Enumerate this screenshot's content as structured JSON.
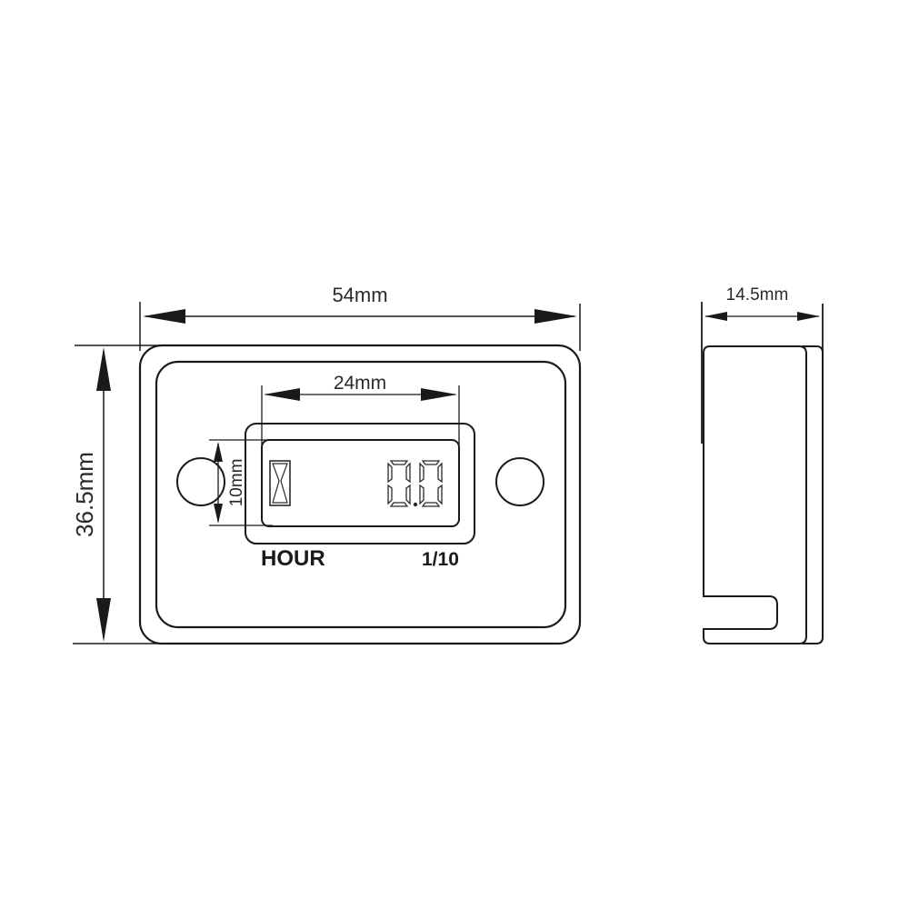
{
  "drawing": {
    "subject": "Hour meter dimension drawing",
    "front_view": {
      "width_dimension": "54mm",
      "height_dimension": "36.5mm",
      "display_width_dimension": "24mm",
      "display_height_dimension": "10mm",
      "label_left": "HOUR",
      "label_right": "1/10",
      "display_reading": "0.0",
      "mounting_holes": 2,
      "hourglass_icon": "hourglass-icon"
    },
    "side_view": {
      "depth_dimension": "14.5mm"
    }
  },
  "colors": {
    "line": "#1a1a1a",
    "background": "#ffffff"
  }
}
